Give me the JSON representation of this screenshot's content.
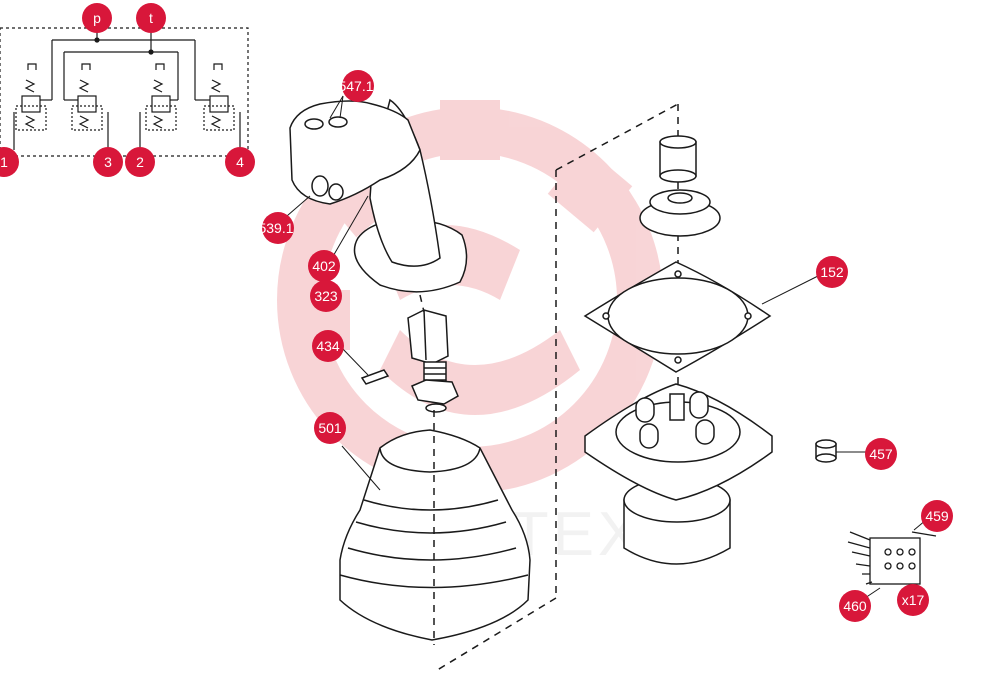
{
  "watermark": {
    "text": "EPTEX",
    "color": "#f3b2b6"
  },
  "colors": {
    "callout": "#d8173a",
    "callout_text": "#ffffff",
    "line": "#1a1a1a"
  },
  "schematic": {
    "ports": {
      "p": "p",
      "t": "t"
    },
    "outputs": [
      "1",
      "3",
      "2",
      "4"
    ]
  },
  "callouts": {
    "c547": "547.1",
    "c539": "539.1",
    "c402": "402",
    "c323": "323",
    "c434": "434",
    "c501": "501",
    "c152": "152",
    "c457": "457",
    "c459": "459",
    "c460": "460",
    "cx17": "x17"
  }
}
